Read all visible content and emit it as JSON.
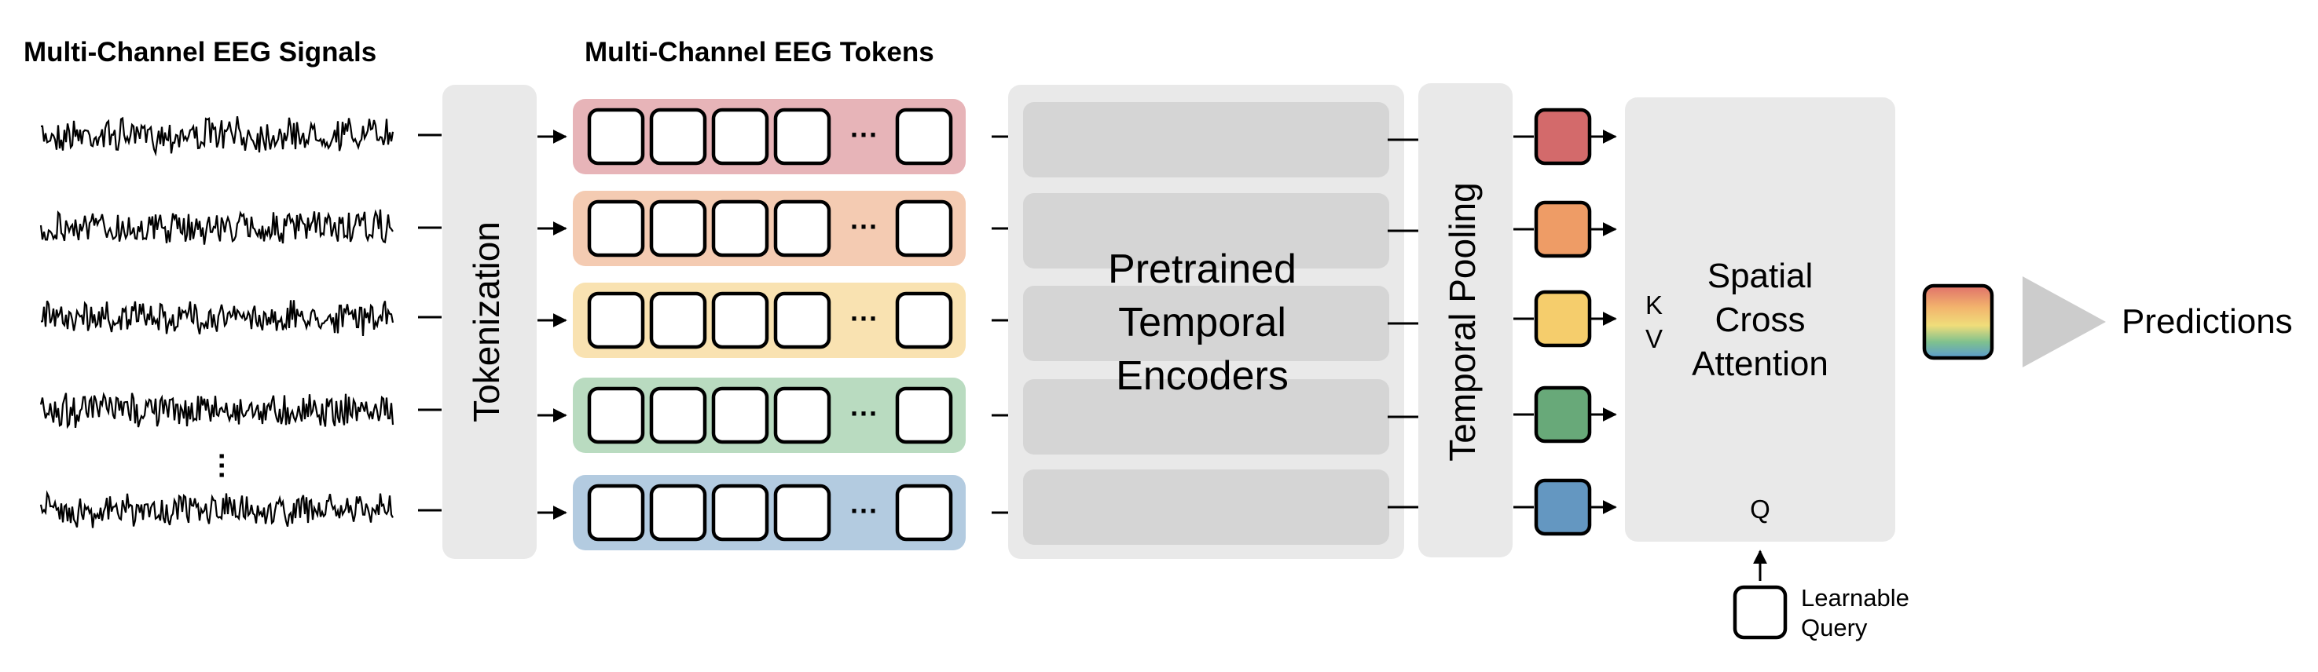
{
  "headings": {
    "signals": "Multi-Channel EEG Signals",
    "tokens": "Multi-Channel EEG Tokens"
  },
  "blocks": {
    "tokenization": "Tokenization",
    "encoders_line1": "Pretrained",
    "encoders_line2": "Temporal",
    "encoders_line3": "Encoders",
    "pooling": "Temporal Pooling",
    "attention_line1": "Spatial",
    "attention_line2": "Cross",
    "attention_line3": "Attention",
    "k": "K",
    "v": "V",
    "q": "Q",
    "query_line1": "Learnable",
    "query_line2": "Query",
    "predictions": "Predictions",
    "token_ellipsis": "···"
  },
  "channels": [
    {
      "strip_color": "#e7b4b8",
      "pooled_color": "#d36a6b"
    },
    {
      "strip_color": "#f4cbb2",
      "pooled_color": "#ee9c66"
    },
    {
      "strip_color": "#f9e2b1",
      "pooled_color": "#f5cd6c"
    },
    {
      "strip_color": "#b9dbc0",
      "pooled_color": "#68a979"
    },
    {
      "strip_color": "#b3cbe0",
      "pooled_color": "#6497c1"
    }
  ],
  "colors": {
    "block_gray": "#e9e9e9",
    "encoder_row_gray": "#d5d5d5",
    "arrowhead_gray": "#cccccc",
    "gradient": [
      "#e0716a",
      "#f2b46d",
      "#f0dd7a",
      "#7fc18e",
      "#5a9bd0"
    ]
  }
}
